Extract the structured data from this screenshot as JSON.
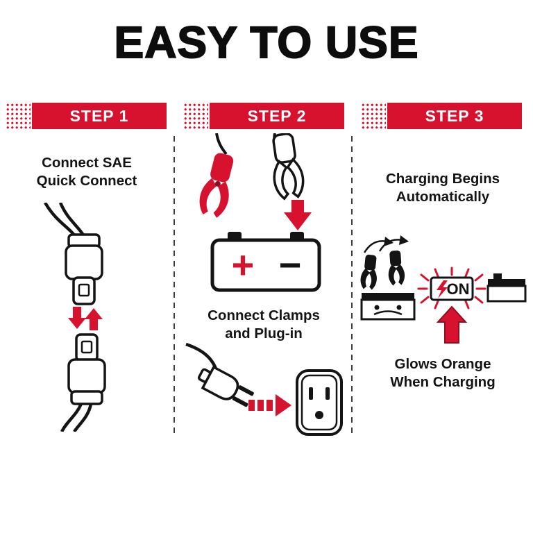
{
  "title": "EASY TO USE",
  "colors": {
    "accent_red": "#d6122f",
    "ink": "#141414",
    "background": "#ffffff"
  },
  "steps": [
    {
      "banner": "STEP 1",
      "caption": "Connect SAE\nQuick Connect"
    },
    {
      "banner": "STEP 2",
      "caption": "Connect Clamps\nand Plug-in"
    },
    {
      "banner": "STEP 3",
      "caption_top": "Charging Begins\nAutomatically",
      "caption_bottom": "Glows Orange\nWhen Charging"
    }
  ],
  "battery": {
    "positive": "+",
    "negative": "−"
  },
  "indicator": {
    "label": "ON"
  }
}
